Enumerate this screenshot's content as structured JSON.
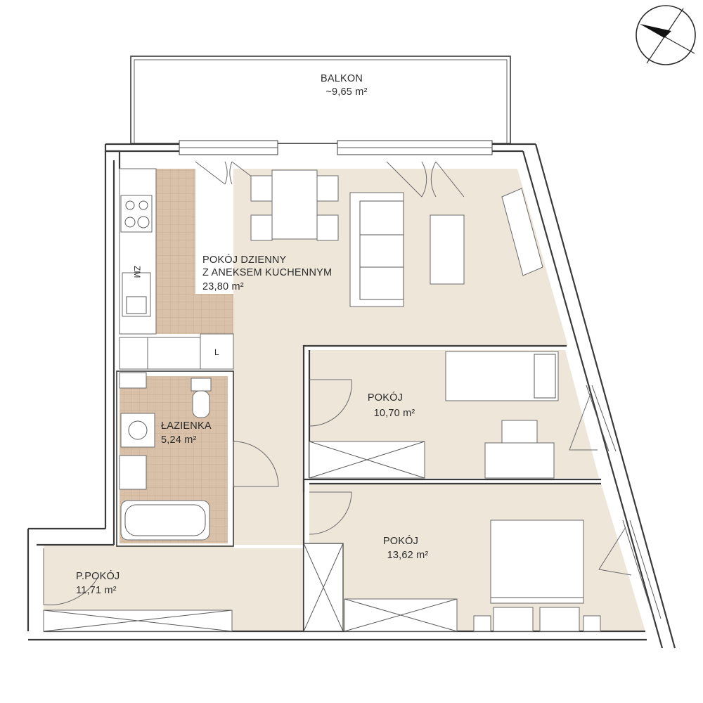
{
  "colors": {
    "floor": "#efe6da",
    "tile": "#d8c1a8",
    "wall": "#3a3a3a"
  },
  "rooms": {
    "balcony": {
      "name": "BALKON",
      "area": "~9,65 m²"
    },
    "living": {
      "line1": "POKÓJ DZIENNY",
      "line2": "Z ANEKSEM KUCHENNYM",
      "area": "23,80 m²"
    },
    "bathroom": {
      "name": "ŁAZIENKA",
      "area": "5,24 m²"
    },
    "room1": {
      "name": "POKÓJ",
      "area": "10,70 m²"
    },
    "room2": {
      "name": "POKÓJ",
      "area": "13,62 m²"
    },
    "hall": {
      "name": "P.POKÓJ",
      "area": "11,71 m²"
    }
  },
  "fixtures": {
    "fridge_label": "L",
    "dishwasher_label": "ZM"
  },
  "compass": {
    "icon": "north-arrow-icon"
  }
}
